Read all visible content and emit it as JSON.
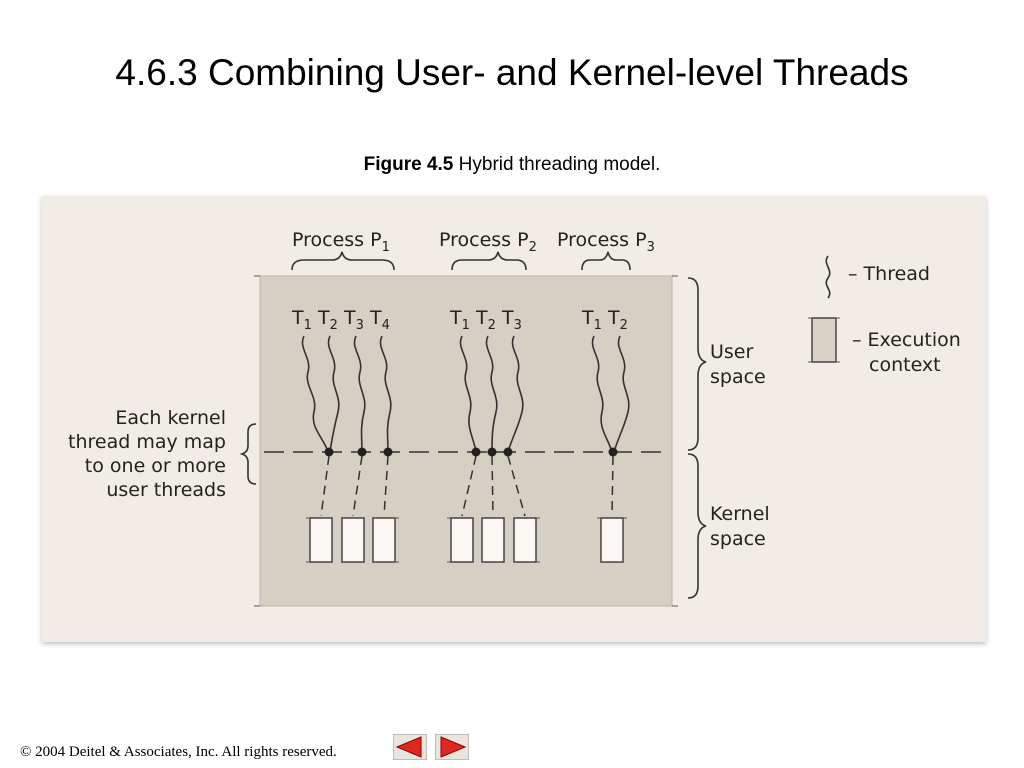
{
  "slide": {
    "title": "4.6.3 Combining User- and Kernel-level Threads",
    "caption_label": "Figure 4.5",
    "caption_text": " Hybrid threading model."
  },
  "figure": {
    "processes": [
      {
        "label": "Process P",
        "sub": "1",
        "threads": [
          {
            "t": "T",
            "s": "1"
          },
          {
            "t": "T",
            "s": "2"
          },
          {
            "t": "T",
            "s": "3"
          },
          {
            "t": "T",
            "s": "4"
          }
        ]
      },
      {
        "label": "Process P",
        "sub": "2",
        "threads": [
          {
            "t": "T",
            "s": "1"
          },
          {
            "t": "T",
            "s": "2"
          },
          {
            "t": "T",
            "s": "3"
          }
        ]
      },
      {
        "label": "Process P",
        "sub": "3",
        "threads": [
          {
            "t": "T",
            "s": "1"
          },
          {
            "t": "T",
            "s": "2"
          }
        ]
      }
    ],
    "legend": {
      "thread": "– Thread",
      "exec_line1": "– Execution",
      "exec_line2": "context"
    },
    "user_space": [
      "User",
      "space"
    ],
    "kernel_space": [
      "Kernel",
      "space"
    ],
    "mapping_note": [
      "Each kernel",
      "thread may map",
      "to one or more",
      "user threads"
    ],
    "colors": {
      "panel": "#d6cfc4",
      "context_box": "#d9d2c7",
      "line": "#333333"
    }
  },
  "footer": {
    "copyright": "© 2004 Deitel & Associates, Inc.  All rights reserved."
  },
  "nav": {
    "prev": "previous-slide",
    "next": "next-slide"
  }
}
